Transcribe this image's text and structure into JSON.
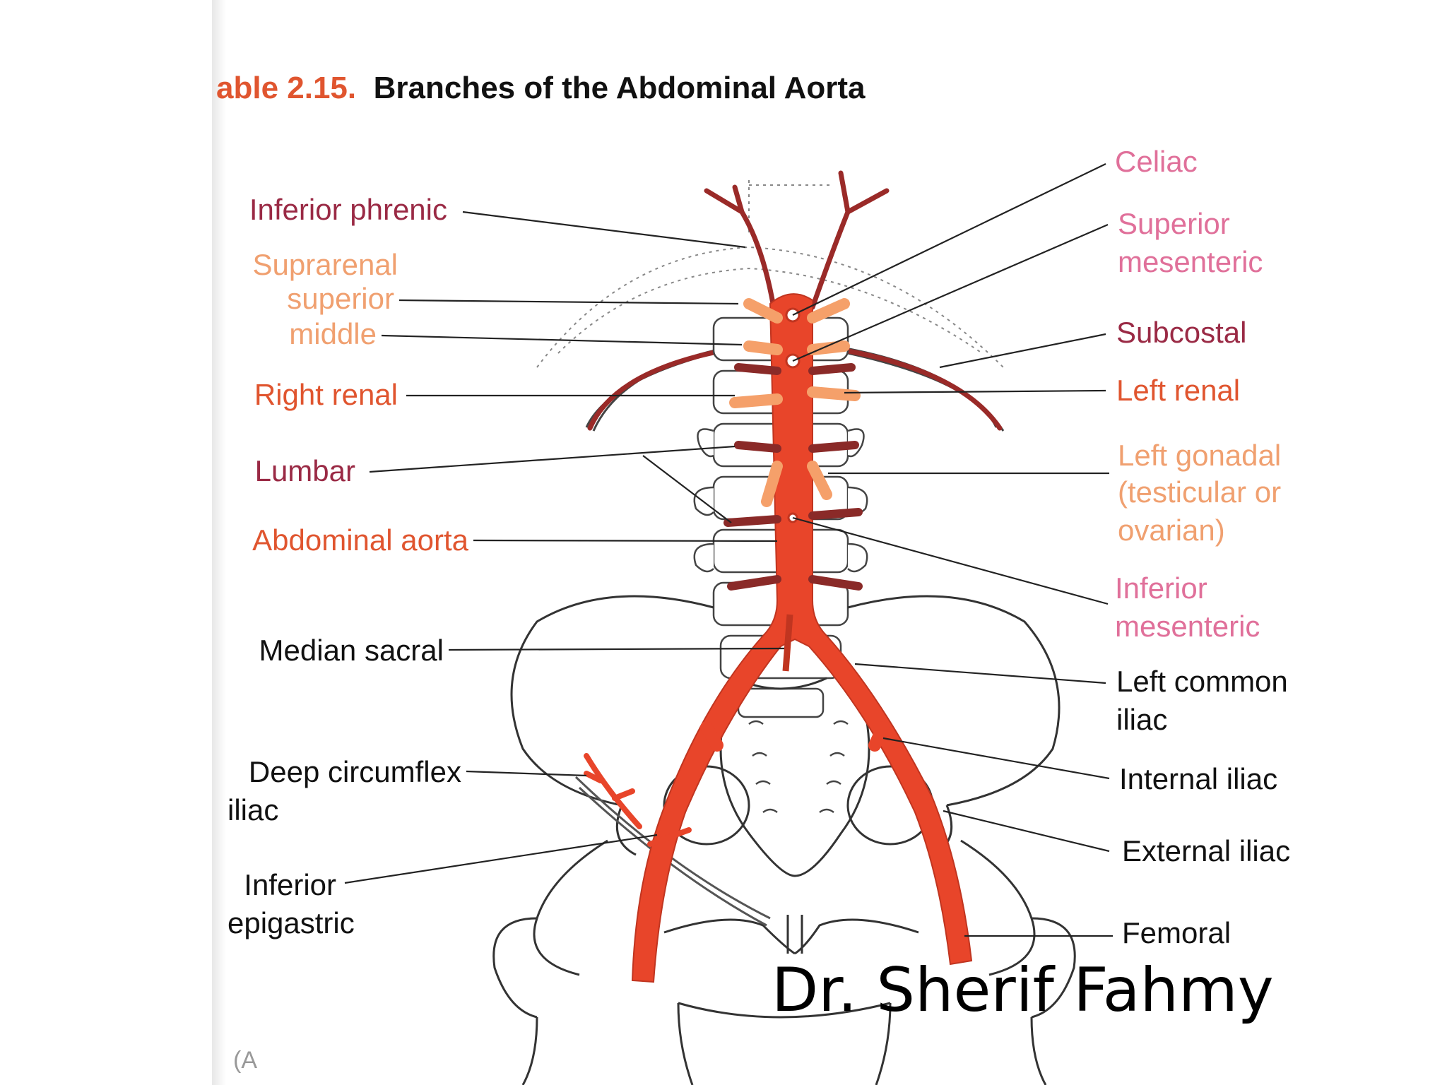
{
  "table_number": "able 2.15.",
  "table_title": "Branches of the Abdominal Aorta",
  "left_labels": {
    "inferior_phrenic": "Inferior phrenic",
    "suprarenal": "Suprarenal",
    "superior": "superior",
    "middle": "middle",
    "right_renal": "Right renal",
    "lumbar": "Lumbar",
    "abdominal_aorta": "Abdominal aorta",
    "median_sacral": "Median sacral",
    "deep_circumflex": "Deep circumflex",
    "deep_circumflex_2": "iliac",
    "inferior_epigastric": "Inferior",
    "inferior_epigastric_2": "epigastric"
  },
  "right_labels": {
    "celiac": "Celiac",
    "superior_mesenteric": "Superior",
    "superior_mesenteric_2": "mesenteric",
    "subcostal": "Subcostal",
    "left_renal": "Left renal",
    "left_gonadal": "Left gonadal",
    "left_gonadal_2": "(testicular or",
    "left_gonadal_3": "ovarian)",
    "inferior_mesenteric": "Inferior",
    "inferior_mesenteric_2": "mesenteric",
    "left_common_iliac": "Left common",
    "left_common_iliac_2": "iliac",
    "internal_iliac": "Internal iliac",
    "external_iliac": "External iliac",
    "femoral": "Femoral"
  },
  "watermark": "Dr. Sherif Fahmy",
  "panel_letter": "(A",
  "colors": {
    "aorta": "#e8452a",
    "aorta_dark": "#c03520",
    "adrenal_branch": "#f5a06a",
    "lumbar_dark": "#8a2a28",
    "label_orange": "#e0552f",
    "label_pink": "#e0709a",
    "label_maroon": "#9a2a45",
    "label_peach": "#f0a070",
    "label_black": "#111111",
    "bone_outline": "#333333"
  }
}
